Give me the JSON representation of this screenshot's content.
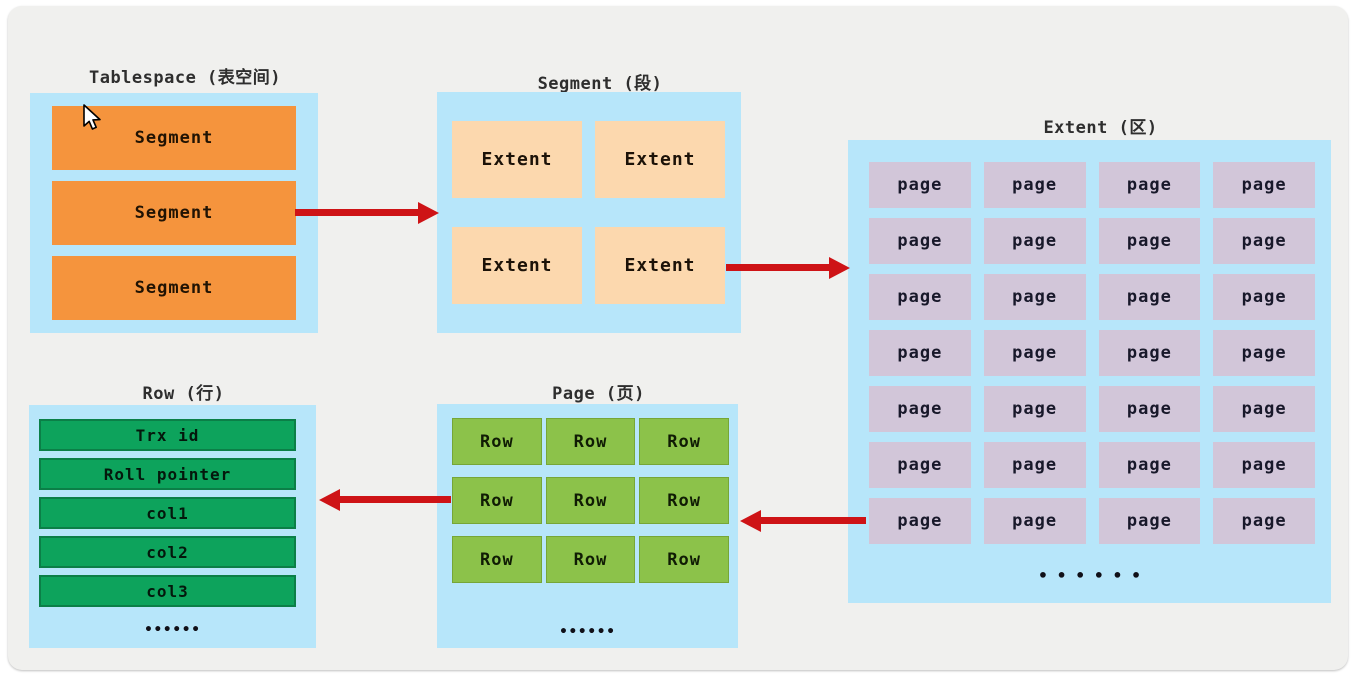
{
  "tablespace": {
    "title": "Tablespace (表空间)",
    "items": [
      "Segment",
      "Segment",
      "Segment"
    ]
  },
  "segment": {
    "title": "Segment (段)",
    "items": [
      "Extent",
      "Extent",
      "Extent",
      "Extent"
    ]
  },
  "extent": {
    "title": "Extent (区)",
    "items": [
      "page",
      "page",
      "page",
      "page",
      "page",
      "page",
      "page",
      "page",
      "page",
      "page",
      "page",
      "page",
      "page",
      "page",
      "page",
      "page",
      "page",
      "page",
      "page",
      "page",
      "page",
      "page",
      "page",
      "page",
      "page",
      "page",
      "page",
      "page"
    ],
    "ellipsis": "••••••"
  },
  "page": {
    "title": "Page (页)",
    "items": [
      "Row",
      "Row",
      "Row",
      "Row",
      "Row",
      "Row",
      "Row",
      "Row",
      "Row"
    ],
    "ellipsis": "••••••"
  },
  "row": {
    "title": "Row (行)",
    "items": [
      "Trx id",
      "Roll pointer",
      "col1",
      "col2",
      "col3"
    ],
    "ellipsis": "••••••"
  },
  "colors": {
    "panel_gray": "#f0f0ee",
    "container_blue": "#b7e6fa",
    "segment_orange": "#f5943d",
    "extent_peach": "#fcd8ae",
    "page_purple": "#d2c6d9",
    "row_green": "#8cc24a",
    "field_green": "#0da35c",
    "arrow_red": "#ce1316"
  }
}
